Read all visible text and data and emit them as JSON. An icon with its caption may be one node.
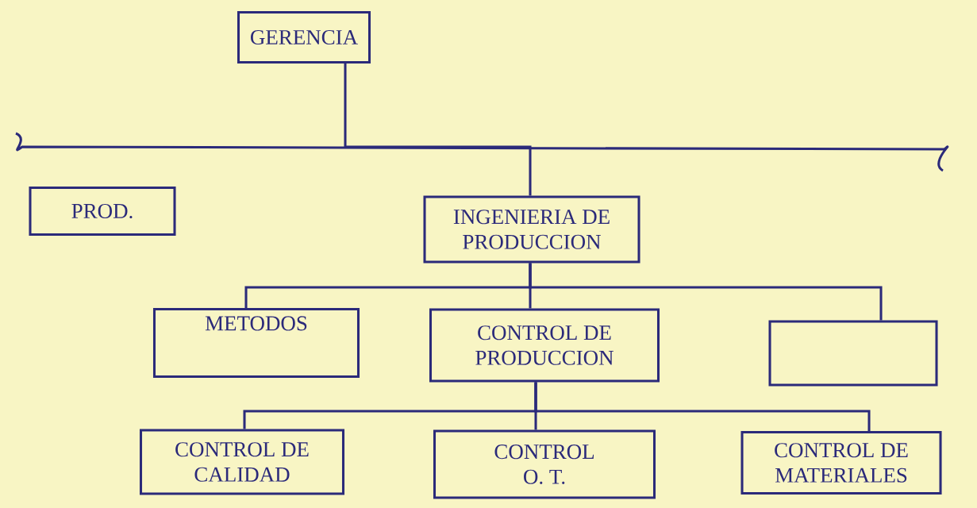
{
  "diagram": {
    "nodes": [
      {
        "text": [
          "GERENCIA"
        ]
      },
      {
        "text": [
          "PROD."
        ]
      },
      {
        "text": [
          "INGENIERIA DE PRODUCCION"
        ]
      },
      {
        "text": [
          "METODOS"
        ]
      },
      {
        "text": [
          "CONTROL DE PRODUCCION"
        ]
      },
      {
        "text": [],
        "shape": "box"
      },
      {
        "text": [
          "CONTROL DE CALIDAD"
        ]
      },
      {
        "text": [
          "CONTROL O. T."
        ]
      },
      {
        "text": [
          "CONTROL DE MATERIALES"
        ]
      }
    ],
    "edges": [
      {
        "from": 0,
        "to": 2,
        "arrow": "none"
      },
      {
        "from": 2,
        "to": 3,
        "arrow": "none"
      },
      {
        "from": 2,
        "to": 4,
        "arrow": "none"
      },
      {
        "from": 2,
        "to": 5,
        "arrow": "none"
      },
      {
        "from": 4,
        "to": 6,
        "arrow": "none"
      },
      {
        "from": 4,
        "to": 7,
        "arrow": "none"
      },
      {
        "from": 4,
        "to": 8,
        "arrow": "none"
      }
    ]
  }
}
